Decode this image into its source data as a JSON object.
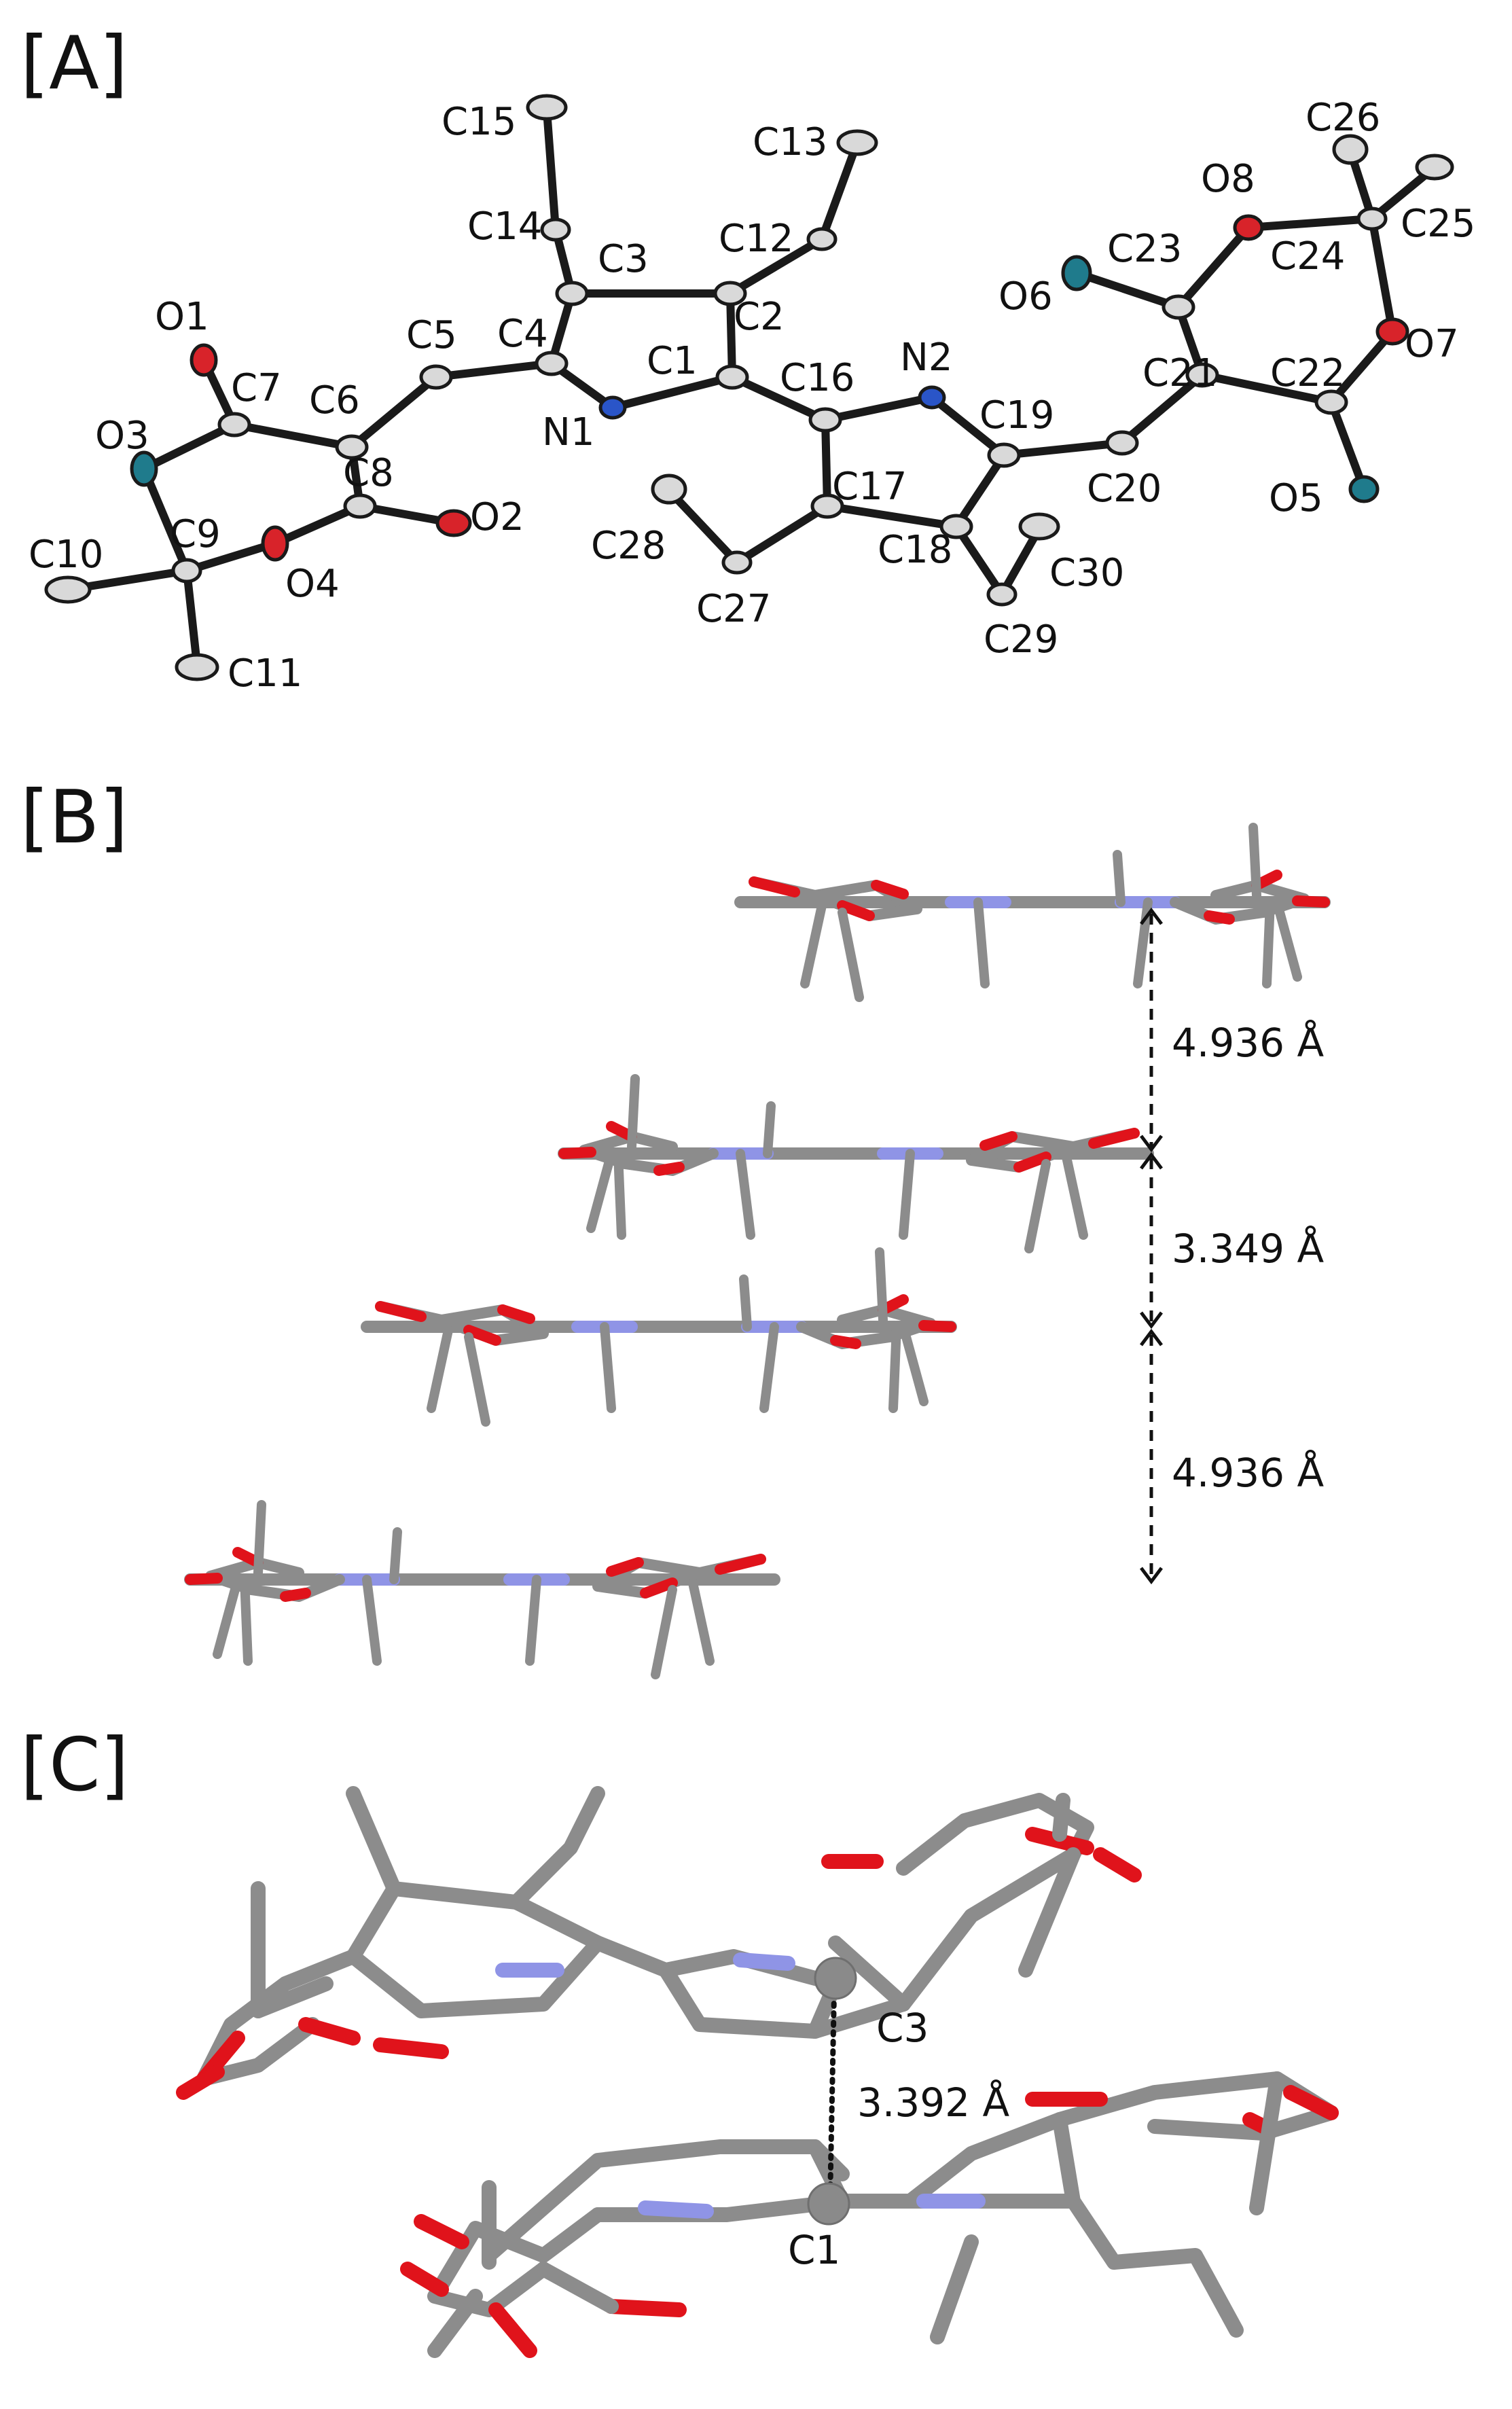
{
  "panels": {
    "a": {
      "label": "[A]",
      "atoms": {
        "C15": "C15",
        "C13": "C13",
        "C26": "C26",
        "O8": "O8",
        "C14": "C14",
        "C12": "C12",
        "C23": "C23",
        "C24": "C24",
        "C25": "C25",
        "O1": "O1",
        "C3": "C3",
        "C2": "C2",
        "O6": "O6",
        "O7": "O7",
        "C5": "C5",
        "C4": "C4",
        "C1": "C1",
        "C16": "C16",
        "N2": "N2",
        "C21": "C21",
        "C22": "C22",
        "O3": "O3",
        "C7": "C7",
        "C6": "C6",
        "N1": "N1",
        "C19": "C19",
        "C8": "C8",
        "O2": "O2",
        "C17": "C17",
        "C20": "C20",
        "O5": "O5",
        "C10": "C10",
        "C9": "C9",
        "O4": "O4",
        "C28": "C28",
        "C18": "C18",
        "C30": "C30",
        "C27": "C27",
        "C29": "C29",
        "C11": "C11"
      }
    },
    "b": {
      "label": "[B]",
      "distances": [
        "4.936 Å",
        "3.349 Å",
        "4.936 Å"
      ]
    },
    "c": {
      "label": "[C]",
      "distance": "3.392 Å",
      "atom_upper": "C3",
      "atom_lower": "C1"
    }
  },
  "colors": {
    "carbon": "#8c8c8c",
    "oxygen": "#e0131b",
    "nitrogen": "#8f94e6",
    "ortep_nitrogen": "#2a55c8",
    "ortep_oxygen": "#d8232a",
    "ortep_teal": "#1f7b8c",
    "bond": "#1a1a1a"
  }
}
